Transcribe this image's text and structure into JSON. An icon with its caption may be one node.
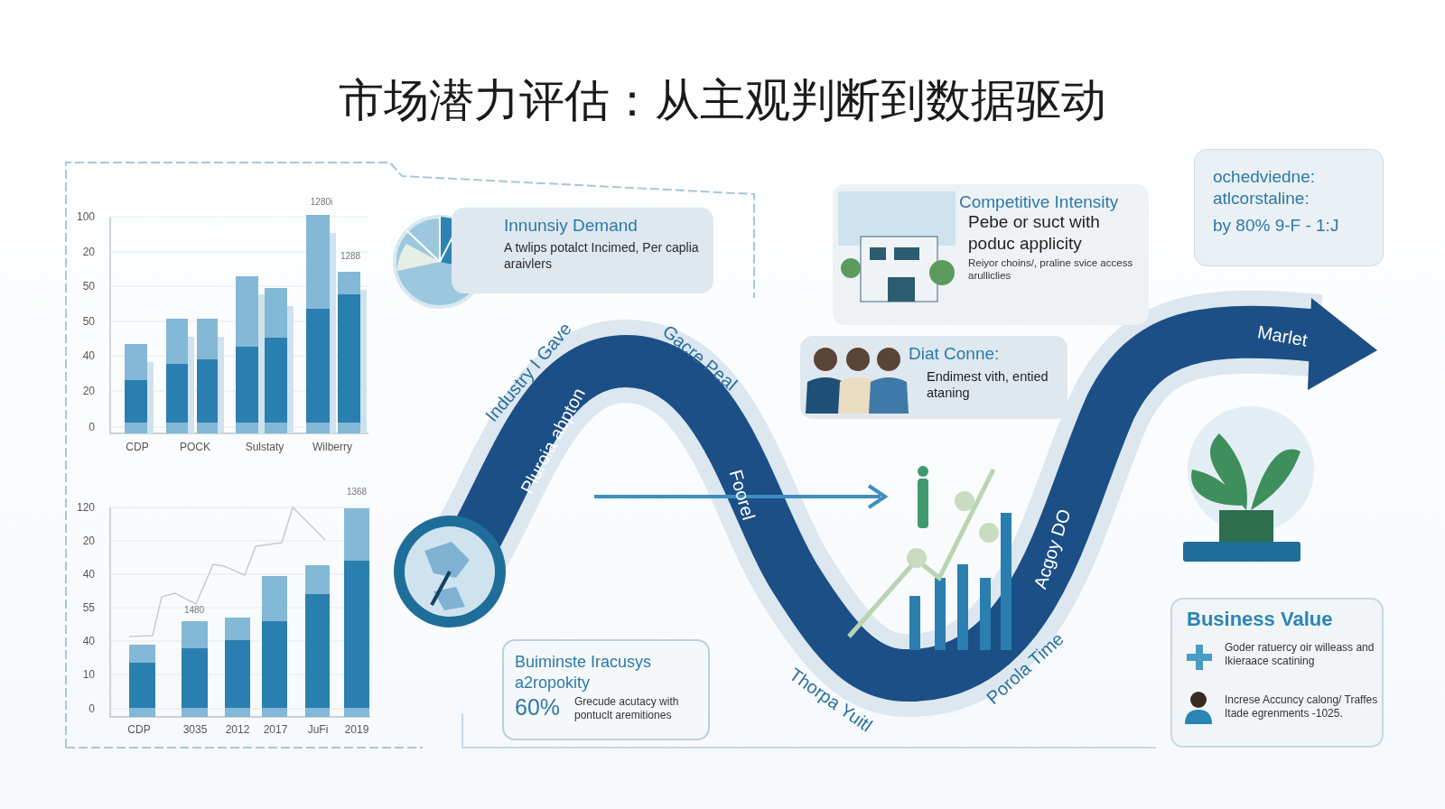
{
  "diagram": {
    "title": "市场潜力评估：从主观判断到数据驱动",
    "nodes": [
      {
        "text": [
          "Innunsiy Demand",
          "A twlips potalct Incimed, Per caplia araivlers"
        ]
      },
      {
        "text": [
          "Competitive Intensity",
          "Pebe or suct with poduc applicity",
          "Reiyor choins/, praline svice access arulliclies"
        ]
      },
      {
        "text": [
          "Diat Conne:",
          "Endimest vith, entied ataning"
        ]
      },
      {
        "text": [
          "ochedviedne: atlcorstaline:",
          "by 80% 9-F - 1:J"
        ]
      },
      {
        "text": [
          "Buiminste Iracusys a2ropokity",
          "60%",
          "Grecude acutacy with pontuclt aremitiones"
        ]
      },
      {
        "text": [
          "Business Value",
          "Goder ratuercy oir willeass and Ikieraace scatining",
          "Increse Accuncy calong/ Traffes Itade egrenments -1025."
        ]
      }
    ],
    "labels": [
      "1280i",
      "100",
      "20",
      "1288",
      "50",
      "50",
      "40",
      "20",
      "0",
      "CDP",
      "POCK",
      "Sulstaty",
      "Wilberry",
      "1368",
      "120",
      "20",
      "40",
      "55",
      "1480",
      "40",
      "10",
      "0",
      "CDP",
      "3035",
      "2012",
      "2017",
      "JuFi",
      "2019",
      "Industry I Gave",
      "Gacre Peal",
      "Pluroia abpton",
      "Foorel",
      "Marlet",
      "Acgoy DO",
      "Thorpa Yuitl",
      "Porola Time"
    ]
  }
}
